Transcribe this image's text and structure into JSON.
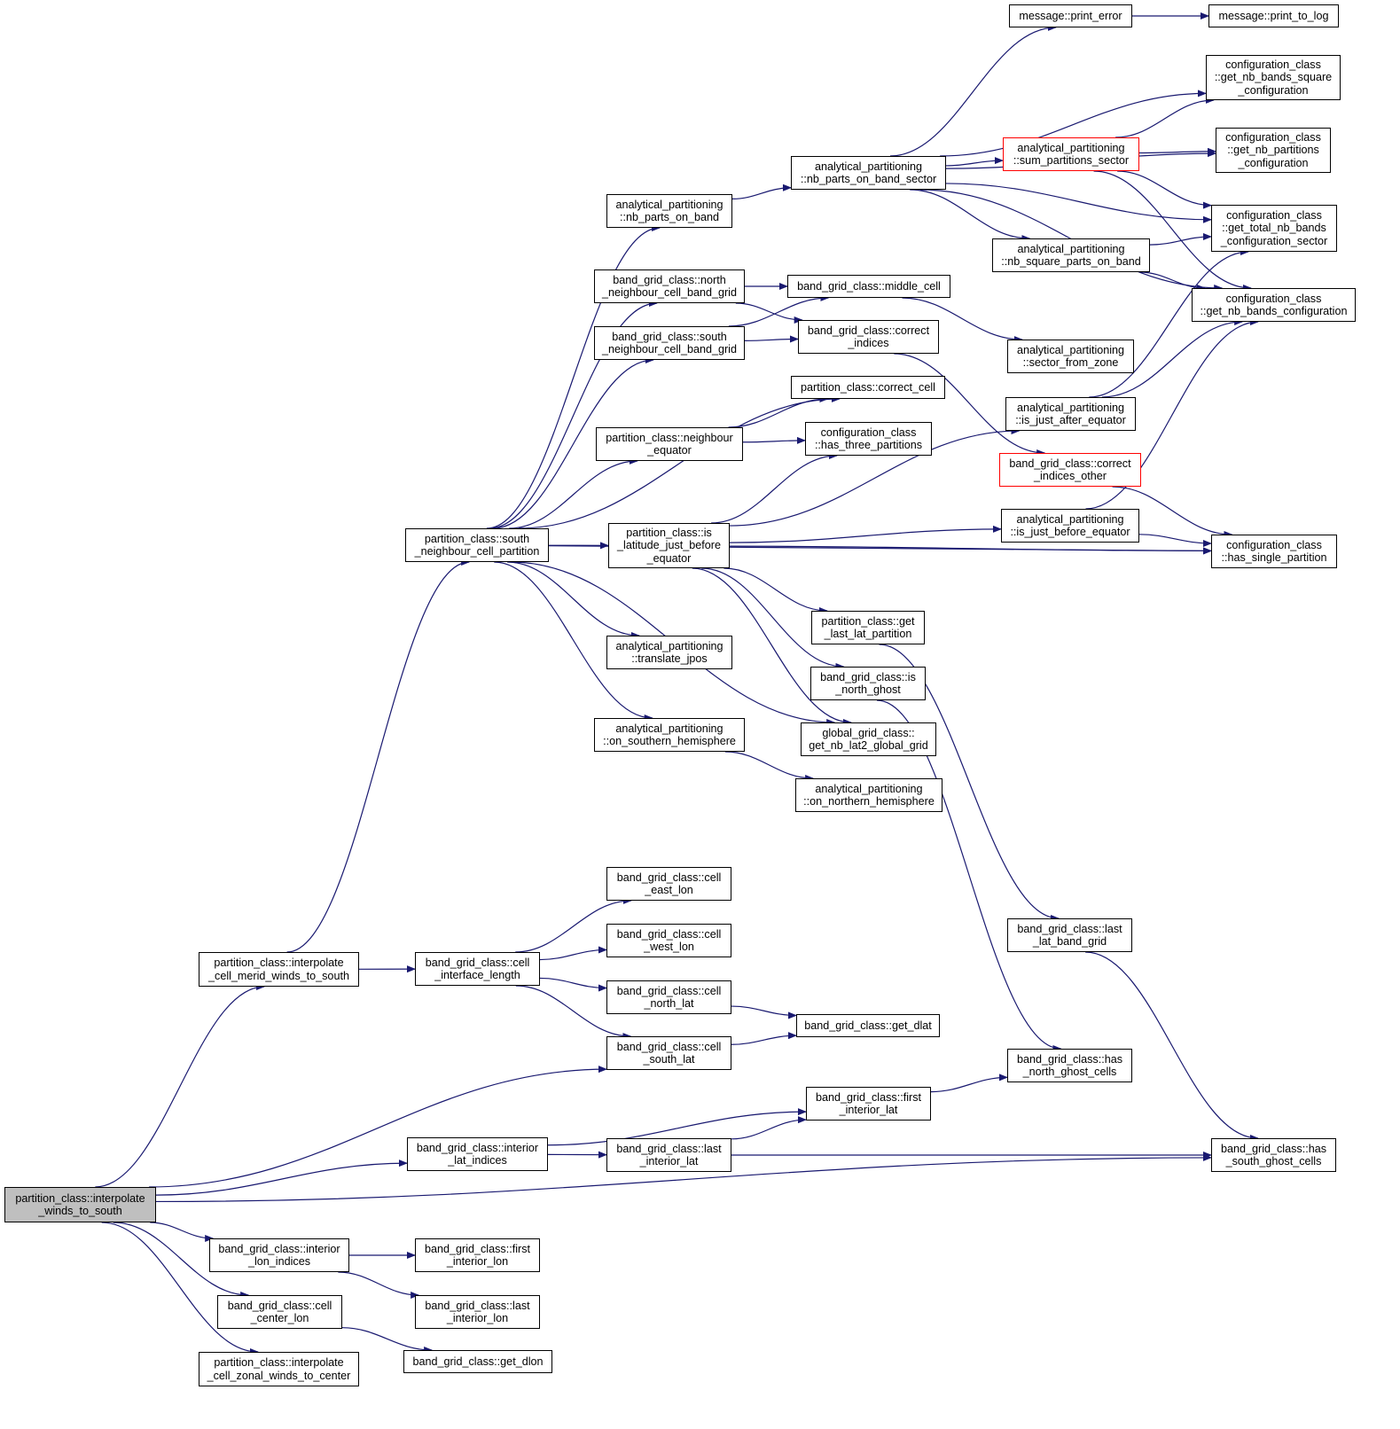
{
  "nodes": [
    {
      "id": "root",
      "label": "partition_class::interpolate\n_winds_to_south",
      "style": "root"
    },
    {
      "id": "icm",
      "label": "partition_class::interpolate\n_cell_merid_winds_to_south"
    },
    {
      "id": "icz",
      "label": "partition_class::interpolate\n_cell_zonal_winds_to_center"
    },
    {
      "id": "sncp",
      "label": "partition_class::south\n_neighbour_cell_partition"
    },
    {
      "id": "cil",
      "label": "band_grid_class::cell\n_interface_length"
    },
    {
      "id": "ilat",
      "label": "band_grid_class::interior\n_lat_indices"
    },
    {
      "id": "ilon",
      "label": "band_grid_class::interior\n_lon_indices"
    },
    {
      "id": "ccl",
      "label": "band_grid_class::cell\n_center_lon"
    },
    {
      "id": "npob",
      "label": "analytical_partitioning\n::nb_parts_on_band"
    },
    {
      "id": "nncbg",
      "label": "band_grid_class::north\n_neighbour_cell_band_grid"
    },
    {
      "id": "sncbg",
      "label": "band_grid_class::south\n_neighbour_cell_band_grid"
    },
    {
      "id": "pne",
      "label": "partition_class::neighbour\n_equator"
    },
    {
      "id": "pil",
      "label": "partition_class::is\n_latitude_just_before\n_equator"
    },
    {
      "id": "tj",
      "label": "analytical_partitioning\n::translate_jpos"
    },
    {
      "id": "osh",
      "label": "analytical_partitioning\n::on_southern_hemisphere"
    },
    {
      "id": "cel",
      "label": "band_grid_class::cell\n_east_lon"
    },
    {
      "id": "cwl",
      "label": "band_grid_class::cell\n_west_lon"
    },
    {
      "id": "cnl",
      "label": "band_grid_class::cell\n_north_lat"
    },
    {
      "id": "csl",
      "label": "band_grid_class::cell\n_south_lat"
    },
    {
      "id": "lil",
      "label": "band_grid_class::last\n_interior_lat"
    },
    {
      "id": "fil",
      "label": "band_grid_class::first\n_interior_lat"
    },
    {
      "id": "filon",
      "label": "band_grid_class::first\n_interior_lon"
    },
    {
      "id": "lilon",
      "label": "band_grid_class::last\n_interior_lon"
    },
    {
      "id": "gdlon",
      "label": "band_grid_class::get_dlon"
    },
    {
      "id": "npobs",
      "label": "analytical_partitioning\n::nb_parts_on_band_sector"
    },
    {
      "id": "mc",
      "label": "band_grid_class::middle_cell"
    },
    {
      "id": "ci",
      "label": "band_grid_class::correct\n_indices"
    },
    {
      "id": "pcc",
      "label": "partition_class::correct_cell"
    },
    {
      "id": "htp",
      "label": "configuration_class\n::has_three_partitions"
    },
    {
      "id": "glp",
      "label": "partition_class::get\n_last_lat_partition"
    },
    {
      "id": "ing",
      "label": "band_grid_class::is\n_north_ghost"
    },
    {
      "id": "ggg",
      "label": "global_grid_class::\nget_nb_lat2_global_grid"
    },
    {
      "id": "onh",
      "label": "analytical_partitioning\n::on_northern_hemisphere"
    },
    {
      "id": "gdlat",
      "label": "band_grid_class::get_dlat"
    },
    {
      "id": "mpe",
      "label": "message::print_error"
    },
    {
      "id": "mpl",
      "label": "message::print_to_log"
    },
    {
      "id": "sps",
      "label": "analytical_partitioning\n::sum_partitions_sector",
      "style": "red"
    },
    {
      "id": "nsp",
      "label": "analytical_partitioning\n::nb_square_parts_on_band"
    },
    {
      "id": "sfz",
      "label": "analytical_partitioning\n::sector_from_zone"
    },
    {
      "id": "ijae",
      "label": "analytical_partitioning\n::is_just_after_equator"
    },
    {
      "id": "cio",
      "label": "band_grid_class::correct\n_indices_other",
      "style": "red"
    },
    {
      "id": "ijbe",
      "label": "analytical_partitioning\n::is_just_before_equator"
    },
    {
      "id": "llbg",
      "label": "band_grid_class::last\n_lat_band_grid"
    },
    {
      "id": "hngc",
      "label": "band_grid_class::has\n_north_ghost_cells"
    },
    {
      "id": "cgnbsq",
      "label": "configuration_class\n::get_nb_bands_square\n_configuration"
    },
    {
      "id": "cgnp",
      "label": "configuration_class\n::get_nb_partitions\n_configuration"
    },
    {
      "id": "cgtnb",
      "label": "configuration_class\n::get_total_nb_bands\n_configuration_sector"
    },
    {
      "id": "cgnb",
      "label": "configuration_class\n::get_nb_bands_configuration"
    },
    {
      "id": "hsp",
      "label": "configuration_class\n::has_single_partition"
    },
    {
      "id": "hsgc",
      "label": "band_grid_class::has\n_south_ghost_cells"
    }
  ],
  "edges": [
    [
      "root",
      "icm"
    ],
    [
      "root",
      "csl"
    ],
    [
      "root",
      "ilat"
    ],
    [
      "root",
      "hsgc"
    ],
    [
      "root",
      "ilon"
    ],
    [
      "root",
      "ccl"
    ],
    [
      "root",
      "icz"
    ],
    [
      "icm",
      "sncp"
    ],
    [
      "icm",
      "cil"
    ],
    [
      "sncp",
      "npob"
    ],
    [
      "sncp",
      "nncbg"
    ],
    [
      "sncp",
      "sncbg"
    ],
    [
      "sncp",
      "pcc"
    ],
    [
      "sncp",
      "pne"
    ],
    [
      "sncp",
      "pil"
    ],
    [
      "sncp",
      "tj"
    ],
    [
      "sncp",
      "osh"
    ],
    [
      "sncp",
      "ggg"
    ],
    [
      "sncp",
      "hsp"
    ],
    [
      "npob",
      "npobs"
    ],
    [
      "npobs",
      "mpe"
    ],
    [
      "npobs",
      "cgnbsq"
    ],
    [
      "npobs",
      "cgnp"
    ],
    [
      "npobs",
      "sps"
    ],
    [
      "npobs",
      "cgtnb"
    ],
    [
      "npobs",
      "nsp"
    ],
    [
      "npobs",
      "cgnb"
    ],
    [
      "mpe",
      "mpl"
    ],
    [
      "sps",
      "cgnbsq"
    ],
    [
      "sps",
      "cgnp"
    ],
    [
      "sps",
      "cgtnb"
    ],
    [
      "sps",
      "cgnb"
    ],
    [
      "nsp",
      "cgtnb"
    ],
    [
      "nsp",
      "cgnb"
    ],
    [
      "nncbg",
      "mc"
    ],
    [
      "nncbg",
      "ci"
    ],
    [
      "sncbg",
      "mc"
    ],
    [
      "sncbg",
      "ci"
    ],
    [
      "mc",
      "sfz"
    ],
    [
      "ci",
      "cio"
    ],
    [
      "cio",
      "hsp"
    ],
    [
      "ijae",
      "cgtnb"
    ],
    [
      "ijae",
      "cgnb"
    ],
    [
      "ijbe",
      "cgnb"
    ],
    [
      "ijbe",
      "hsp"
    ],
    [
      "pne",
      "pcc"
    ],
    [
      "pne",
      "htp"
    ],
    [
      "pil",
      "htp"
    ],
    [
      "pil",
      "ijae"
    ],
    [
      "pil",
      "ijbe"
    ],
    [
      "pil",
      "hsp"
    ],
    [
      "pil",
      "glp"
    ],
    [
      "pil",
      "ing"
    ],
    [
      "pil",
      "ggg"
    ],
    [
      "glp",
      "llbg"
    ],
    [
      "ing",
      "hngc"
    ],
    [
      "llbg",
      "hsgc"
    ],
    [
      "osh",
      "onh"
    ],
    [
      "cil",
      "cel"
    ],
    [
      "cil",
      "cwl"
    ],
    [
      "cil",
      "cnl"
    ],
    [
      "cil",
      "csl"
    ],
    [
      "cnl",
      "gdlat"
    ],
    [
      "csl",
      "gdlat"
    ],
    [
      "ilat",
      "fil"
    ],
    [
      "ilat",
      "lil"
    ],
    [
      "lil",
      "fil"
    ],
    [
      "lil",
      "hsgc"
    ],
    [
      "fil",
      "hngc"
    ],
    [
      "ilon",
      "filon"
    ],
    [
      "ilon",
      "lilon"
    ],
    [
      "ccl",
      "gdlon"
    ]
  ],
  "colors": {
    "edge": "#191970",
    "border": "#000000",
    "highlight": "#ff0000",
    "root_fill": "#bfbfbf"
  }
}
